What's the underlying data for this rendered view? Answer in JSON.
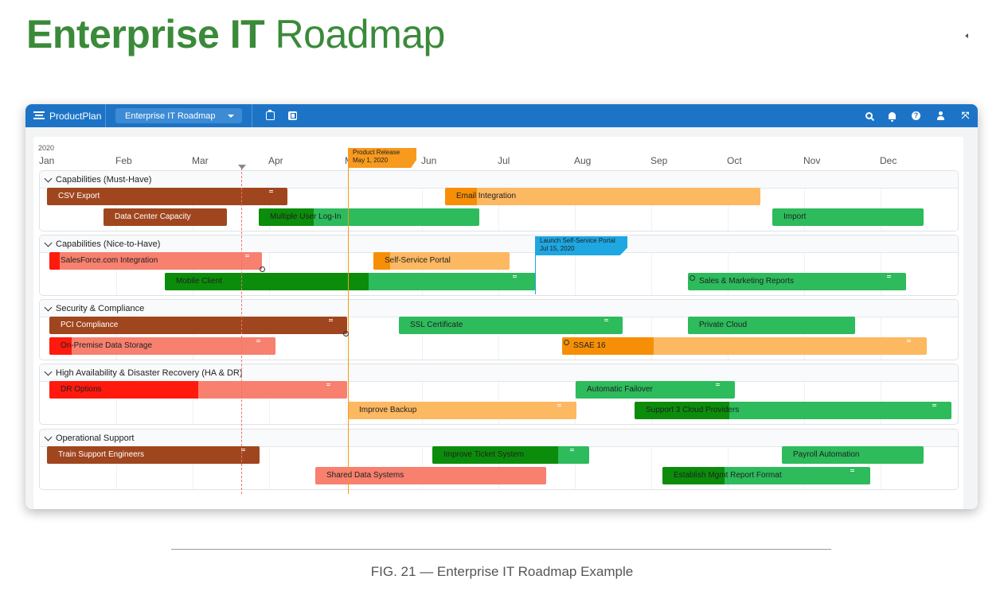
{
  "page": {
    "title_bold": "Enterprise IT",
    "title_light": "Roadmap",
    "caption": "FIG. 21 — Enterprise IT Roadmap Example"
  },
  "toolbar": {
    "brand": "ProductPlan",
    "roadmap_name": "Enterprise IT Roadmap",
    "icons": [
      "clipboard-icon",
      "export-icon",
      "search-icon",
      "bell-icon",
      "help-icon",
      "user-icon",
      "expand-icon"
    ],
    "help_glyph": "?",
    "expand_glyph": "⤧"
  },
  "timeline": {
    "year": "2020",
    "months": [
      "Jan",
      "Feb",
      "Mar",
      "Apr",
      "May",
      "Jun",
      "Jul",
      "Aug",
      "Sep",
      "Oct",
      "Nov",
      "Dec"
    ]
  },
  "milestones": [
    {
      "name": "Product Release",
      "date": "May 1, 2020",
      "color": "#f79a1e"
    },
    {
      "name": "Launch Self-Service Portal",
      "date": "Jul 15, 2020",
      "color": "#1ea7e1"
    }
  ],
  "colors": {
    "brown": "#a0461f",
    "coral": "#f7806f",
    "red": "#ff1a0d",
    "orange": "#f78f06",
    "light_orange": "#fdb862",
    "dark_green": "#0b8d0b",
    "green": "#2dbb5c",
    "accent_blue": "#1d74c6",
    "title_green": "#3a8a3a"
  },
  "lanes": [
    {
      "title": "Capabilities (Must-Have)",
      "bars": [
        {
          "label": "CSV Export",
          "color": "#a0461f",
          "light": true
        },
        {
          "label": "Email Integration",
          "color": "#fdb862",
          "fill_color": "#f78f06",
          "fill": 0.1
        },
        {
          "label": "Data Center Capacity",
          "color": "#a0461f",
          "light": true
        },
        {
          "label": "Multiple User Log-In",
          "color": "#2dbb5c",
          "fill_color": "#0b8d0b",
          "fill": 0.25
        },
        {
          "label": "Import",
          "color": "#2dbb5c"
        }
      ]
    },
    {
      "title": "Capabilities (Nice-to-Have)",
      "bars": [
        {
          "label": "SalesForce.com Integration",
          "color": "#f7806f",
          "fill_color": "#ff1a0d",
          "fill": 0.05
        },
        {
          "label": "Self-Service Portal",
          "color": "#fdb862",
          "fill_color": "#f78f06",
          "fill": 0.12
        },
        {
          "label": "Mobile Client",
          "color": "#2dbb5c",
          "fill_color": "#0b8d0b",
          "fill": 0.55
        },
        {
          "label": "Sales & Marketing Reports",
          "color": "#2dbb5c"
        }
      ]
    },
    {
      "title": "Security & Compliance",
      "bars": [
        {
          "label": "PCI Compliance",
          "color": "#a0461f",
          "light": true
        },
        {
          "label": "SSL Certificate",
          "color": "#2dbb5c"
        },
        {
          "label": "Private Cloud",
          "color": "#2dbb5c"
        },
        {
          "label": "On-Premise Data Storage",
          "color": "#f7806f",
          "fill_color": "#ff1a0d",
          "fill": 0.1
        },
        {
          "label": "SSAE 16",
          "color": "#fdb862",
          "fill_color": "#f78f06",
          "fill": 0.25
        }
      ]
    },
    {
      "title": "High Availability & Disaster Recovery (HA & DR)",
      "bars": [
        {
          "label": "DR Options",
          "color": "#f7806f",
          "fill_color": "#ff1a0d",
          "fill": 0.5
        },
        {
          "label": "Automatic Failover",
          "color": "#2dbb5c"
        },
        {
          "label": "Improve Backup",
          "color": "#fdb862"
        },
        {
          "label": "Support 3 Cloud Providers",
          "color": "#2dbb5c",
          "fill_color": "#0b8d0b",
          "fill": 0.3
        }
      ]
    },
    {
      "title": "Operational Support",
      "bars": [
        {
          "label": "Train Support Engineers",
          "color": "#a0461f",
          "light": true
        },
        {
          "label": "Improve Ticket System",
          "color": "#2dbb5c",
          "fill_color": "#0b8d0b",
          "fill": 0.8
        },
        {
          "label": "Payroll Automation",
          "color": "#2dbb5c"
        },
        {
          "label": "Shared Data Systems",
          "color": "#f7806f"
        },
        {
          "label": "Establish Mgmt Report Format",
          "color": "#2dbb5c",
          "fill_color": "#0b8d0b",
          "fill": 0.3
        }
      ]
    }
  ]
}
